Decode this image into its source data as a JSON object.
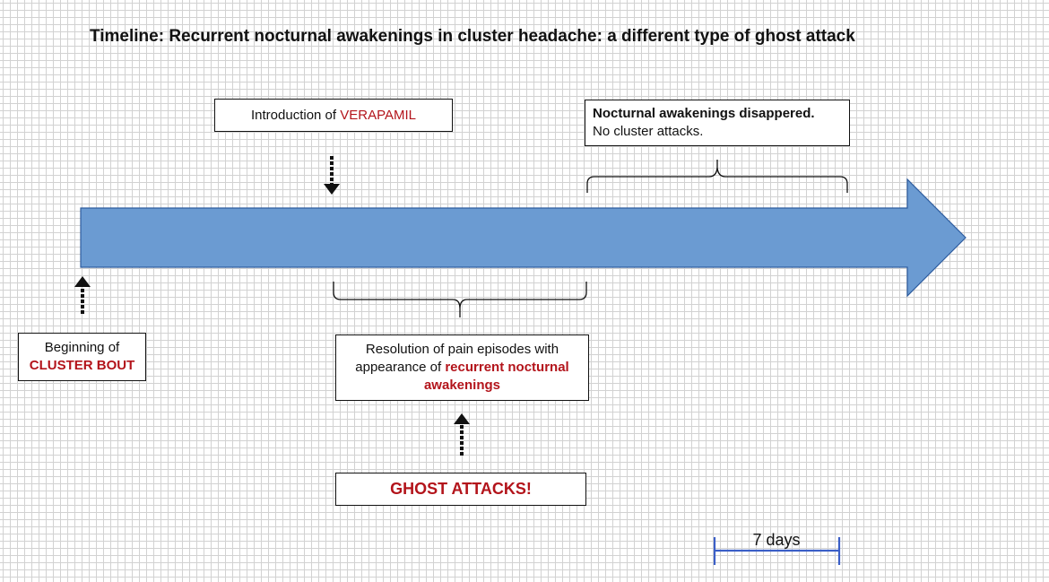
{
  "title": "Timeline: Recurrent nocturnal awakenings in cluster headache: a different type of ghost attack",
  "boxes": {
    "verapamil": {
      "prefix": "Introduction of ",
      "highlight": "VERAPAMIL"
    },
    "disappeared": {
      "line1": "Nocturnal awakenings disappered.",
      "line2": "No cluster attacks."
    },
    "beginning": {
      "prefix": "Beginning of",
      "highlight": "CLUSTER BOUT"
    },
    "resolution": {
      "prefix": "Resolution of pain episodes with appearance of ",
      "highlight": "recurrent nocturnal awakenings"
    },
    "ghost": {
      "label": "GHOST ATTACKS!"
    }
  },
  "scale": {
    "label": "7 days"
  },
  "colors": {
    "timeline_fill": "#6b9bd2",
    "timeline_stroke": "#2e5c9e",
    "highlight_red": "#b3141b",
    "scale_blue": "#3b5fc7"
  }
}
